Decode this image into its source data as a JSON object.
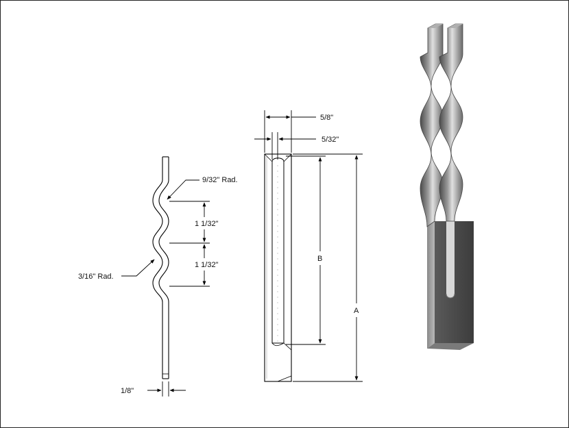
{
  "drawing": {
    "side_view": {
      "radius_top": "9/32\" Rad.",
      "pitch_upper": "1 1/32\"",
      "pitch_lower": "1 1/32\"",
      "radius_bottom": "3/16\" Rad.",
      "thickness": "1/8\""
    },
    "front_view": {
      "overall_width": "5/8\"",
      "slot_width": "5/32\"",
      "dim_b": "B",
      "dim_a": "A"
    }
  },
  "colors": {
    "line": "#000000",
    "metal_light": "#d9d9d9",
    "metal_dark": "#4a4a4a",
    "border": "#222222"
  },
  "icons": {
    "rendering": "corrugated-slotted-anchor-3d"
  }
}
